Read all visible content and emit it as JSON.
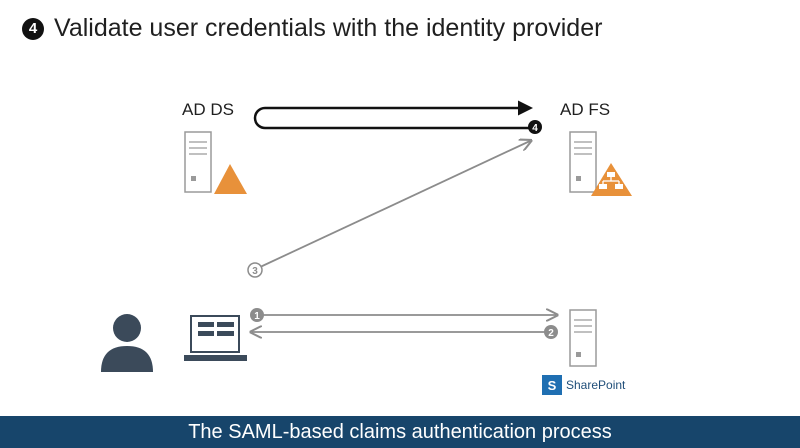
{
  "header": {
    "step_number": "4",
    "title": "Validate user credentials with the identity provider"
  },
  "nodes": {
    "ad_ds": "AD DS",
    "ad_fs": "AD FS",
    "sharepoint": "SharePoint"
  },
  "markers": {
    "m1": "1",
    "m2": "2",
    "m3": "3",
    "m4": "4"
  },
  "footer": {
    "caption": "The SAML-based claims authentication process"
  },
  "colors": {
    "accent": "#e8913a",
    "footer_bg": "#17456b",
    "server": "#9a9a9a",
    "person": "#3b4a5a",
    "arrow_gray": "#8c8c8c"
  }
}
